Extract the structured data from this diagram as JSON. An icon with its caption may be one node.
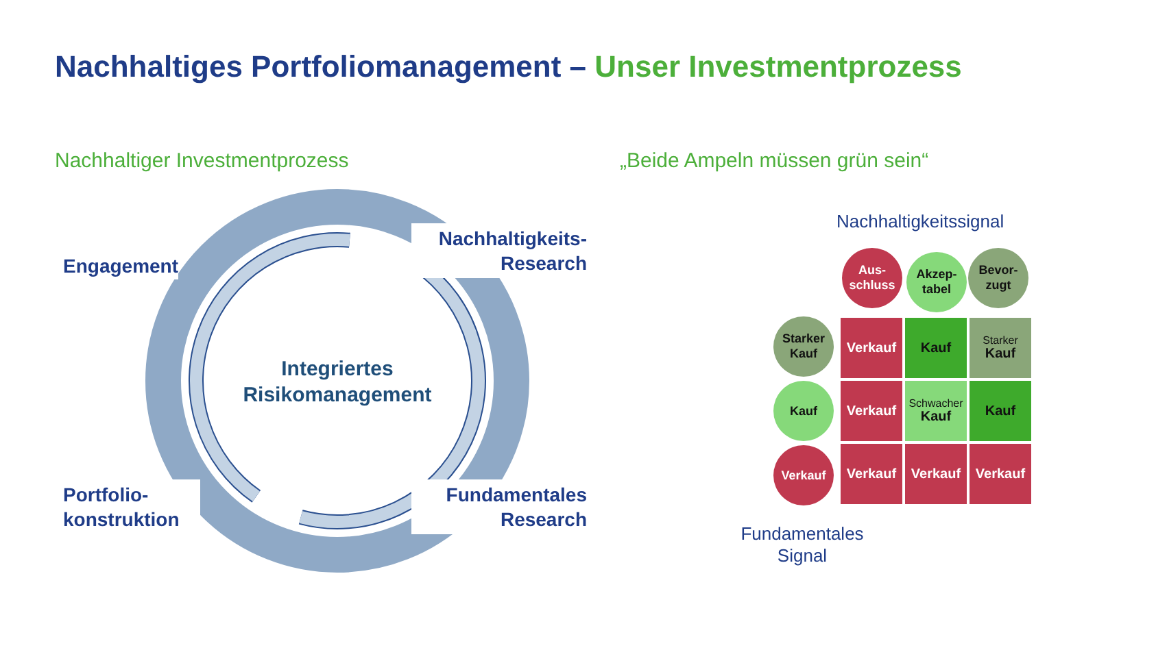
{
  "diagram": {
    "title": "Nachhaltiges Portfoliomanagement – Unser Investmentprozess",
    "nodes": [
      {
        "text": [
          "Integriertes Risikomanagement"
        ]
      },
      {
        "text": [
          "Aus- schluss"
        ]
      },
      {
        "text": [
          "Akzep- tabel"
        ]
      },
      {
        "text": [
          "Bevor- zugt"
        ]
      },
      {
        "text": [
          "Starker Kauf"
        ]
      },
      {
        "text": [
          "Kauf"
        ]
      },
      {
        "text": [
          "Verkauf"
        ]
      },
      {
        "text": [
          "Verkauf"
        ]
      },
      {
        "text": [
          "Kauf"
        ]
      },
      {
        "text": [
          "Starker",
          "Kauf"
        ]
      },
      {
        "text": [
          "Verkauf"
        ]
      },
      {
        "text": [
          "Schwacher",
          "Kauf"
        ]
      },
      {
        "text": [
          "Kauf"
        ]
      },
      {
        "text": [
          "Verkauf"
        ]
      },
      {
        "text": [
          "Verkauf"
        ]
      },
      {
        "text": [
          "Verkauf"
        ]
      }
    ],
    "labels": [
      "Nachhaltiger Investmentprozess",
      "„Beide Ampeln müssen grün sein“",
      "Engagement",
      "Nachhaltigkeits- Research",
      "Nachhaltigkeitssignal",
      "Portfolio- konstruktion",
      "Fundamentales Research",
      "Fundamentales Signal"
    ]
  }
}
